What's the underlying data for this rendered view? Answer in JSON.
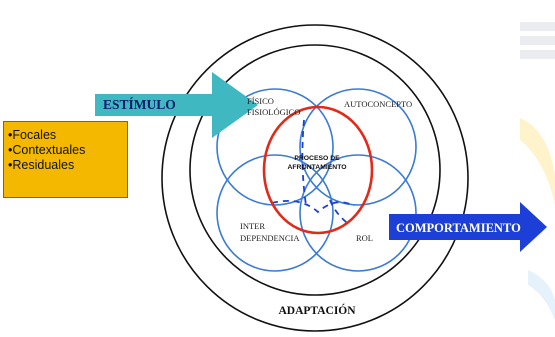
{
  "stimulus_label": "ESTÍMULO",
  "stimulus_types": [
    "•Focales",
    "•Contextuales",
    "•Residuales"
  ],
  "modes": {
    "physio": [
      "FÍSICO",
      "FISIOLÓGICO"
    ],
    "self_concept": "AUTOCONCEPTO",
    "interdependence": [
      "INTER",
      "DEPENDENCIA"
    ],
    "role": "ROL"
  },
  "coping_process": [
    "PROCESO DE",
    "AFRONTAMIENTO"
  ],
  "behavior_label": "COMPORTAMIENTO",
  "adaptation_label": "ADAPTACIÓN",
  "colors": {
    "stimulus_arrow": "#3fb8c2",
    "behavior_arrow": "#1c3fd8",
    "mode_circles": "#3a7bd5",
    "coping_circle": "#e02a1a",
    "stimuli_box": "#f5b800"
  }
}
